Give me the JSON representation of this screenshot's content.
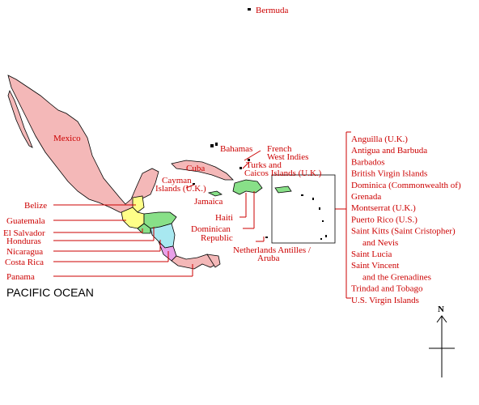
{
  "colors": {
    "label": "#cc0000",
    "mexico": "#f4b8b8",
    "belize": "#ffff88",
    "guatemala": "#ffff88",
    "honduras": "#88e088",
    "el_salvador": "#88e088",
    "nicaragua": "#a8e8f0",
    "costa_rica": "#e8a0e8",
    "panama": "#f4b8b8",
    "cuba": "#f4b8b8",
    "islands_green": "#88e088"
  },
  "labels": {
    "bermuda": "Bermuda",
    "mexico": "Mexico",
    "bahamas": "Bahamas",
    "french_west_indies_1": "French",
    "french_west_indies_2": "West Indies",
    "turks_1": "Turks and",
    "turks_2": "Caicos Islands (U.K.)",
    "cuba": "Cuba",
    "cayman_1": "Cayman",
    "cayman_2": "Islands (U.K.)",
    "jamaica": "Jamaica",
    "belize": "Belize",
    "guatemala": "Guatemala",
    "el_salvador": "El Salvador",
    "honduras": "Honduras",
    "nicaragua": "Nicaragua",
    "costa_rica": "Costa Rica",
    "panama": "Panama",
    "haiti": "Haiti",
    "dominican_1": "Dominican",
    "dominican_2": "Republic",
    "netherlands_1": "Netherlands Antilles /",
    "netherlands_2": "Aruba",
    "pacific_ocean": "PACIFIC OCEAN",
    "north": "N"
  },
  "caribbean_list": [
    "Anguilla (U.K.)",
    "Antigua and Barbuda",
    "Barbados",
    "British Virgin Islands",
    "Dominica (Commonwealth of)",
    "Grenada",
    "Montserrat (U.K.)",
    "Puerto Rico (U.S.)",
    "Saint Kitts (Saint Cristopher)",
    "     and Nevis",
    "Saint Lucia",
    "Saint Vincent",
    "     and the Grenadines",
    "Trindad and Tobago",
    "U.S. Virgin Islands"
  ]
}
